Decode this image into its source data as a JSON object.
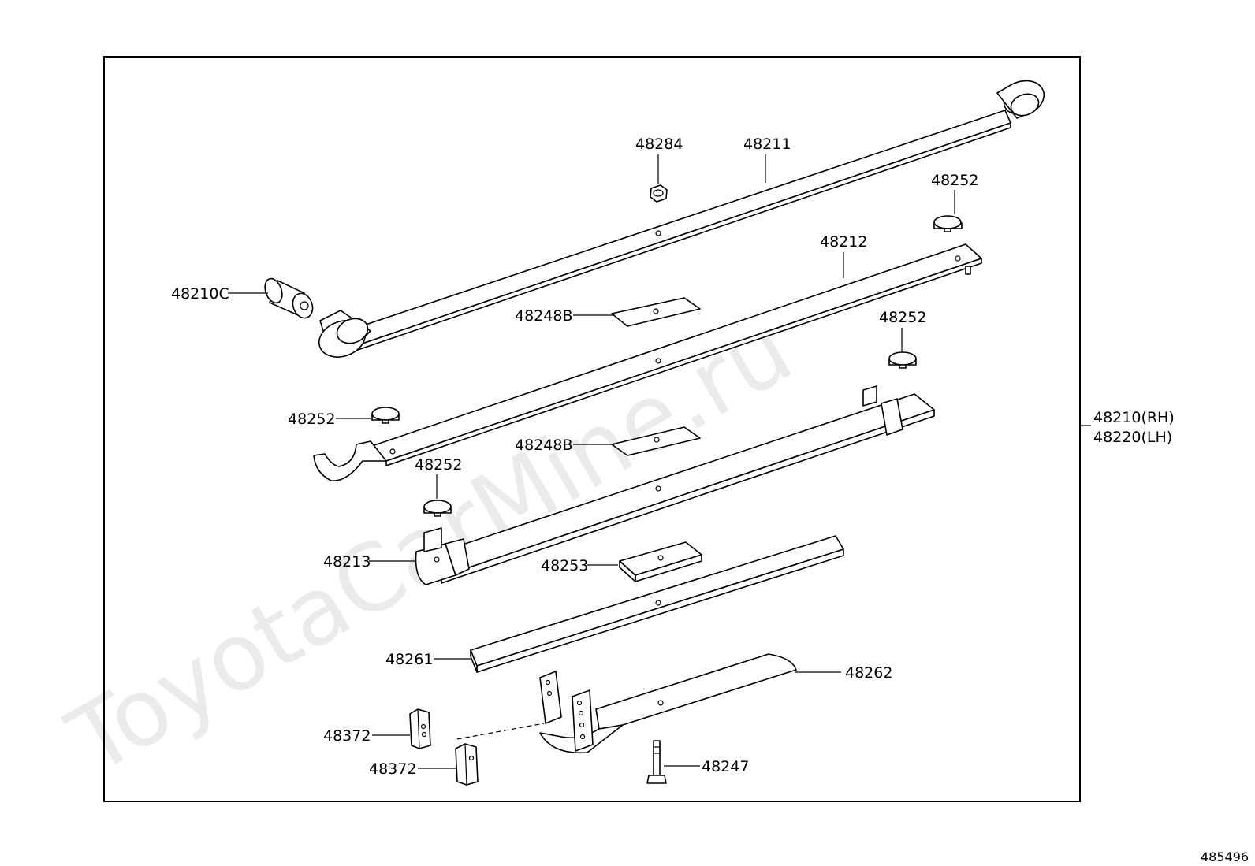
{
  "diagram": {
    "watermark": "ToyotaCarMine.ru",
    "figure_number": "485496",
    "assembly_label_rh": "48210(RH)",
    "assembly_label_lh": "48220(LH)",
    "parts": {
      "p48284": "48284",
      "p48211": "48211",
      "p48252_a": "48252",
      "p48212": "48212",
      "p48210c": "48210C",
      "p48248b_a": "48248B",
      "p48252_b": "48252",
      "p48252_c": "48252",
      "p48248b_b": "48248B",
      "p48252_d": "48252",
      "p48213": "48213",
      "p48253": "48253",
      "p48261": "48261",
      "p48262": "48262",
      "p48372_a": "48372",
      "p48372_b": "48372",
      "p48247": "48247"
    }
  }
}
